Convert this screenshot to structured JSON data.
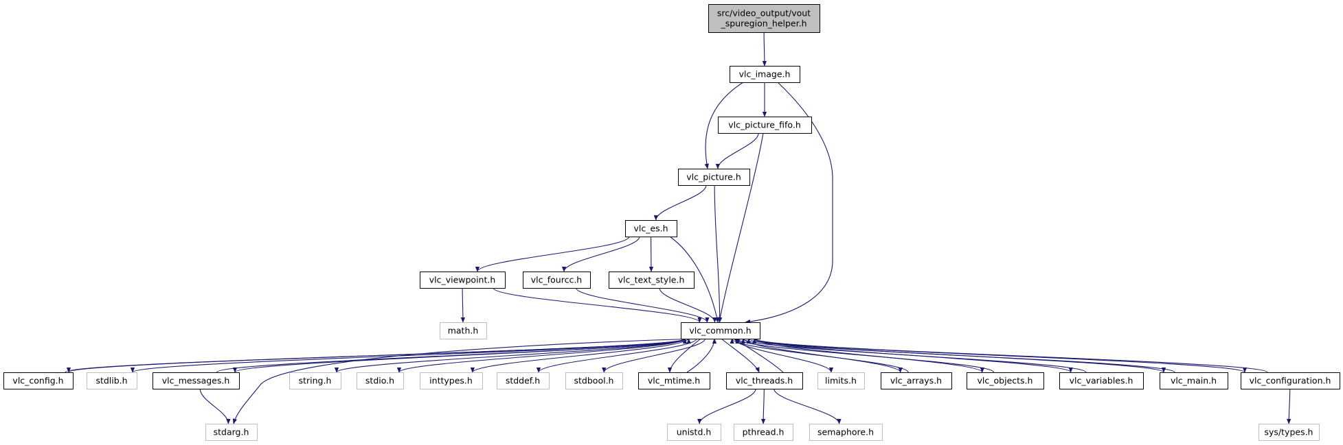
{
  "graph": {
    "colors": {
      "root_fill": "#bfbfbf",
      "documented_border": "#000000",
      "external_border": "#bfbfbf",
      "edge": "#191970",
      "external_text": "#000000"
    },
    "nodes": [
      {
        "id": "root",
        "label": [
          "src/video_output/vout",
          "_spuregion_helper.h"
        ],
        "kind": "root"
      },
      {
        "id": "vlc_image",
        "label": [
          "vlc_image.h"
        ],
        "kind": "documented"
      },
      {
        "id": "vlc_picture_fifo",
        "label": [
          "vlc_picture_fifo.h"
        ],
        "kind": "documented"
      },
      {
        "id": "vlc_picture",
        "label": [
          "vlc_picture.h"
        ],
        "kind": "documented"
      },
      {
        "id": "vlc_es",
        "label": [
          "vlc_es.h"
        ],
        "kind": "documented"
      },
      {
        "id": "vlc_viewpoint",
        "label": [
          "vlc_viewpoint.h"
        ],
        "kind": "documented"
      },
      {
        "id": "vlc_fourcc",
        "label": [
          "vlc_fourcc.h"
        ],
        "kind": "documented"
      },
      {
        "id": "vlc_text_style",
        "label": [
          "vlc_text_style.h"
        ],
        "kind": "documented"
      },
      {
        "id": "math",
        "label": [
          "math.h"
        ],
        "kind": "external"
      },
      {
        "id": "vlc_common",
        "label": [
          "vlc_common.h"
        ],
        "kind": "documented"
      },
      {
        "id": "vlc_config",
        "label": [
          "vlc_config.h"
        ],
        "kind": "documented"
      },
      {
        "id": "stdlib",
        "label": [
          "stdlib.h"
        ],
        "kind": "external"
      },
      {
        "id": "vlc_messages",
        "label": [
          "vlc_messages.h"
        ],
        "kind": "documented"
      },
      {
        "id": "string",
        "label": [
          "string.h"
        ],
        "kind": "external"
      },
      {
        "id": "stdio",
        "label": [
          "stdio.h"
        ],
        "kind": "external"
      },
      {
        "id": "inttypes",
        "label": [
          "inttypes.h"
        ],
        "kind": "external"
      },
      {
        "id": "stddef",
        "label": [
          "stddef.h"
        ],
        "kind": "external"
      },
      {
        "id": "stdbool",
        "label": [
          "stdbool.h"
        ],
        "kind": "external"
      },
      {
        "id": "vlc_mtime",
        "label": [
          "vlc_mtime.h"
        ],
        "kind": "documented"
      },
      {
        "id": "vlc_threads",
        "label": [
          "vlc_threads.h"
        ],
        "kind": "documented"
      },
      {
        "id": "limits",
        "label": [
          "limits.h"
        ],
        "kind": "external"
      },
      {
        "id": "vlc_arrays",
        "label": [
          "vlc_arrays.h"
        ],
        "kind": "documented"
      },
      {
        "id": "vlc_objects",
        "label": [
          "vlc_objects.h"
        ],
        "kind": "documented"
      },
      {
        "id": "vlc_variables",
        "label": [
          "vlc_variables.h"
        ],
        "kind": "documented"
      },
      {
        "id": "vlc_main",
        "label": [
          "vlc_main.h"
        ],
        "kind": "documented"
      },
      {
        "id": "vlc_configuration",
        "label": [
          "vlc_configuration.h"
        ],
        "kind": "documented"
      },
      {
        "id": "stdarg",
        "label": [
          "stdarg.h"
        ],
        "kind": "external"
      },
      {
        "id": "unistd",
        "label": [
          "unistd.h"
        ],
        "kind": "external"
      },
      {
        "id": "pthread",
        "label": [
          "pthread.h"
        ],
        "kind": "external"
      },
      {
        "id": "semaphore",
        "label": [
          "semaphore.h"
        ],
        "kind": "external"
      },
      {
        "id": "sys_types",
        "label": [
          "sys/types.h"
        ],
        "kind": "external"
      }
    ],
    "edges": [
      {
        "from": "root",
        "to": "vlc_image"
      },
      {
        "from": "vlc_image",
        "to": "vlc_picture_fifo"
      },
      {
        "from": "vlc_image",
        "to": "vlc_picture"
      },
      {
        "from": "vlc_image",
        "to": "vlc_common"
      },
      {
        "from": "vlc_picture_fifo",
        "to": "vlc_picture"
      },
      {
        "from": "vlc_picture_fifo",
        "to": "vlc_common"
      },
      {
        "from": "vlc_picture",
        "to": "vlc_es"
      },
      {
        "from": "vlc_picture",
        "to": "vlc_common"
      },
      {
        "from": "vlc_es",
        "to": "vlc_viewpoint"
      },
      {
        "from": "vlc_es",
        "to": "vlc_fourcc"
      },
      {
        "from": "vlc_es",
        "to": "vlc_text_style"
      },
      {
        "from": "vlc_es",
        "to": "vlc_common"
      },
      {
        "from": "vlc_viewpoint",
        "to": "math"
      },
      {
        "from": "vlc_viewpoint",
        "to": "vlc_common"
      },
      {
        "from": "vlc_fourcc",
        "to": "vlc_common"
      },
      {
        "from": "vlc_text_style",
        "to": "vlc_common"
      },
      {
        "from": "vlc_common",
        "to": "vlc_config"
      },
      {
        "from": "vlc_common",
        "to": "stdlib"
      },
      {
        "from": "vlc_common",
        "to": "vlc_messages"
      },
      {
        "from": "vlc_common",
        "to": "string"
      },
      {
        "from": "vlc_common",
        "to": "stdio"
      },
      {
        "from": "vlc_common",
        "to": "inttypes"
      },
      {
        "from": "vlc_common",
        "to": "stddef"
      },
      {
        "from": "vlc_common",
        "to": "stdbool"
      },
      {
        "from": "vlc_common",
        "to": "vlc_mtime"
      },
      {
        "from": "vlc_common",
        "to": "vlc_threads"
      },
      {
        "from": "vlc_common",
        "to": "limits"
      },
      {
        "from": "vlc_common",
        "to": "vlc_arrays"
      },
      {
        "from": "vlc_common",
        "to": "vlc_objects"
      },
      {
        "from": "vlc_common",
        "to": "vlc_variables"
      },
      {
        "from": "vlc_common",
        "to": "vlc_main"
      },
      {
        "from": "vlc_common",
        "to": "vlc_configuration"
      },
      {
        "from": "vlc_common",
        "to": "stdarg"
      },
      {
        "from": "vlc_config",
        "to": "vlc_common"
      },
      {
        "from": "vlc_messages",
        "to": "vlc_common"
      },
      {
        "from": "vlc_messages",
        "to": "stdarg"
      },
      {
        "from": "vlc_mtime",
        "to": "vlc_common"
      },
      {
        "from": "vlc_threads",
        "to": "vlc_common"
      },
      {
        "from": "vlc_threads",
        "to": "unistd"
      },
      {
        "from": "vlc_threads",
        "to": "pthread"
      },
      {
        "from": "vlc_threads",
        "to": "semaphore"
      },
      {
        "from": "vlc_arrays",
        "to": "vlc_common"
      },
      {
        "from": "vlc_objects",
        "to": "vlc_common"
      },
      {
        "from": "vlc_variables",
        "to": "vlc_common"
      },
      {
        "from": "vlc_main",
        "to": "vlc_common"
      },
      {
        "from": "vlc_configuration",
        "to": "vlc_common"
      },
      {
        "from": "vlc_configuration",
        "to": "sys_types"
      }
    ]
  }
}
